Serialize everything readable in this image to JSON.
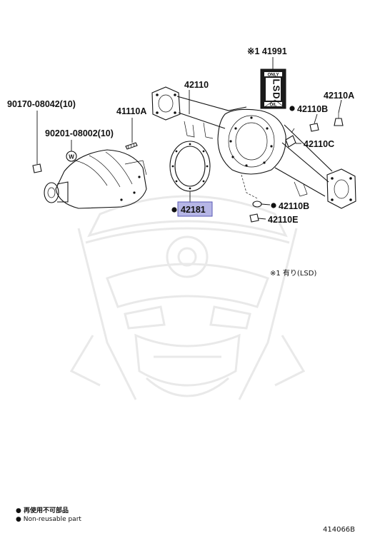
{
  "parts": [
    {
      "id": "p41991",
      "label": "※1 41991"
    },
    {
      "id": "p42110",
      "label": "42110"
    },
    {
      "id": "p42110A",
      "label": "42110A"
    },
    {
      "id": "p42110B_top",
      "label": "42110B"
    },
    {
      "id": "p42110C",
      "label": "42110C"
    },
    {
      "id": "p90170",
      "label": "90170-08042(10)"
    },
    {
      "id": "p41110A",
      "label": "41110A"
    },
    {
      "id": "p90201",
      "label": "90201-08002(10)"
    },
    {
      "id": "p42181",
      "label": "42181"
    },
    {
      "id": "p42110B_bot",
      "label": "42110B"
    },
    {
      "id": "p42110E",
      "label": "42110E"
    }
  ],
  "lsd_tag": {
    "line1": "ONLY",
    "letters": "LSD",
    "line3": "OIL"
  },
  "washer_mark": "W",
  "note": "※1 有り(LSD)",
  "legend": {
    "jp": "● 再使用不可部品",
    "en": "● Non-reusable part"
  },
  "diagram_code": "414066B",
  "highlight_color": "#8f8fd8"
}
